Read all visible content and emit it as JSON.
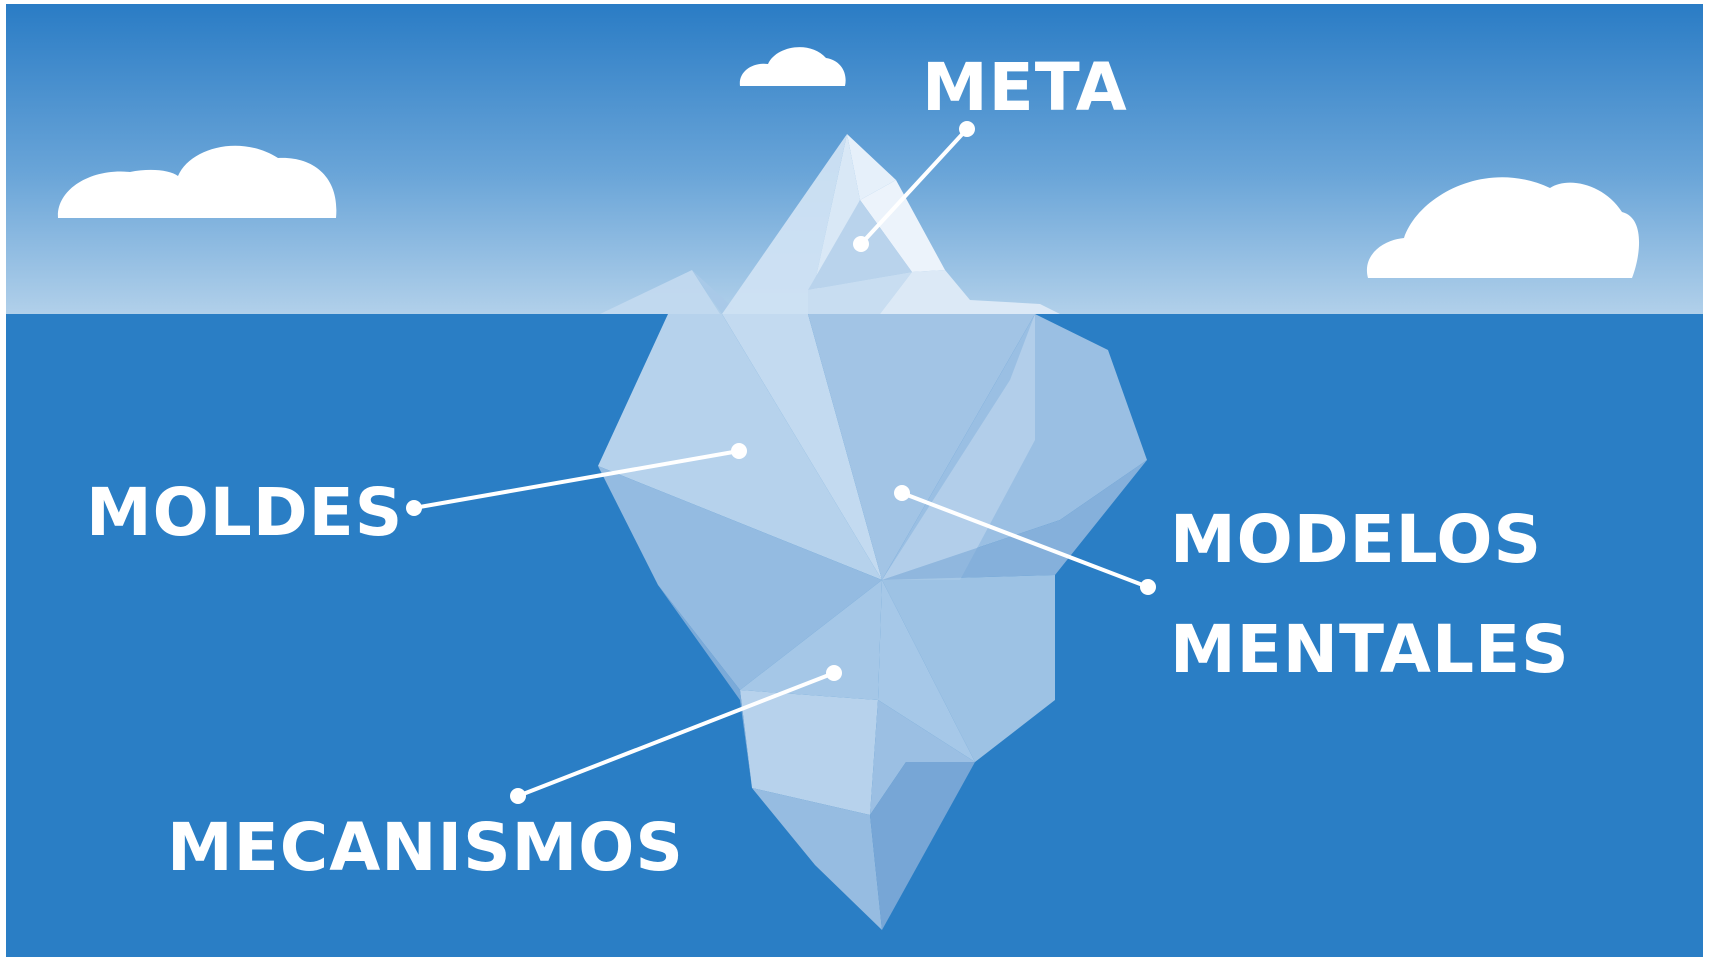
{
  "diagram": {
    "labels": {
      "meta": "META",
      "moldes": "MOLDES",
      "modelos_line1": "MODELOS",
      "modelos_line2": "MENTALES",
      "mecanismos": "MECANISMOS"
    }
  },
  "colors": {
    "sky_top": "#2b7fc7",
    "sky_horizon": "#a9cbe8",
    "sea": "#2a7ec5",
    "ice_light": "#d6e6f4",
    "ice_mid": "#b3cfe9",
    "ice_dark": "#8fb8df",
    "cloud": "#ffffff",
    "text": "#ffffff"
  }
}
